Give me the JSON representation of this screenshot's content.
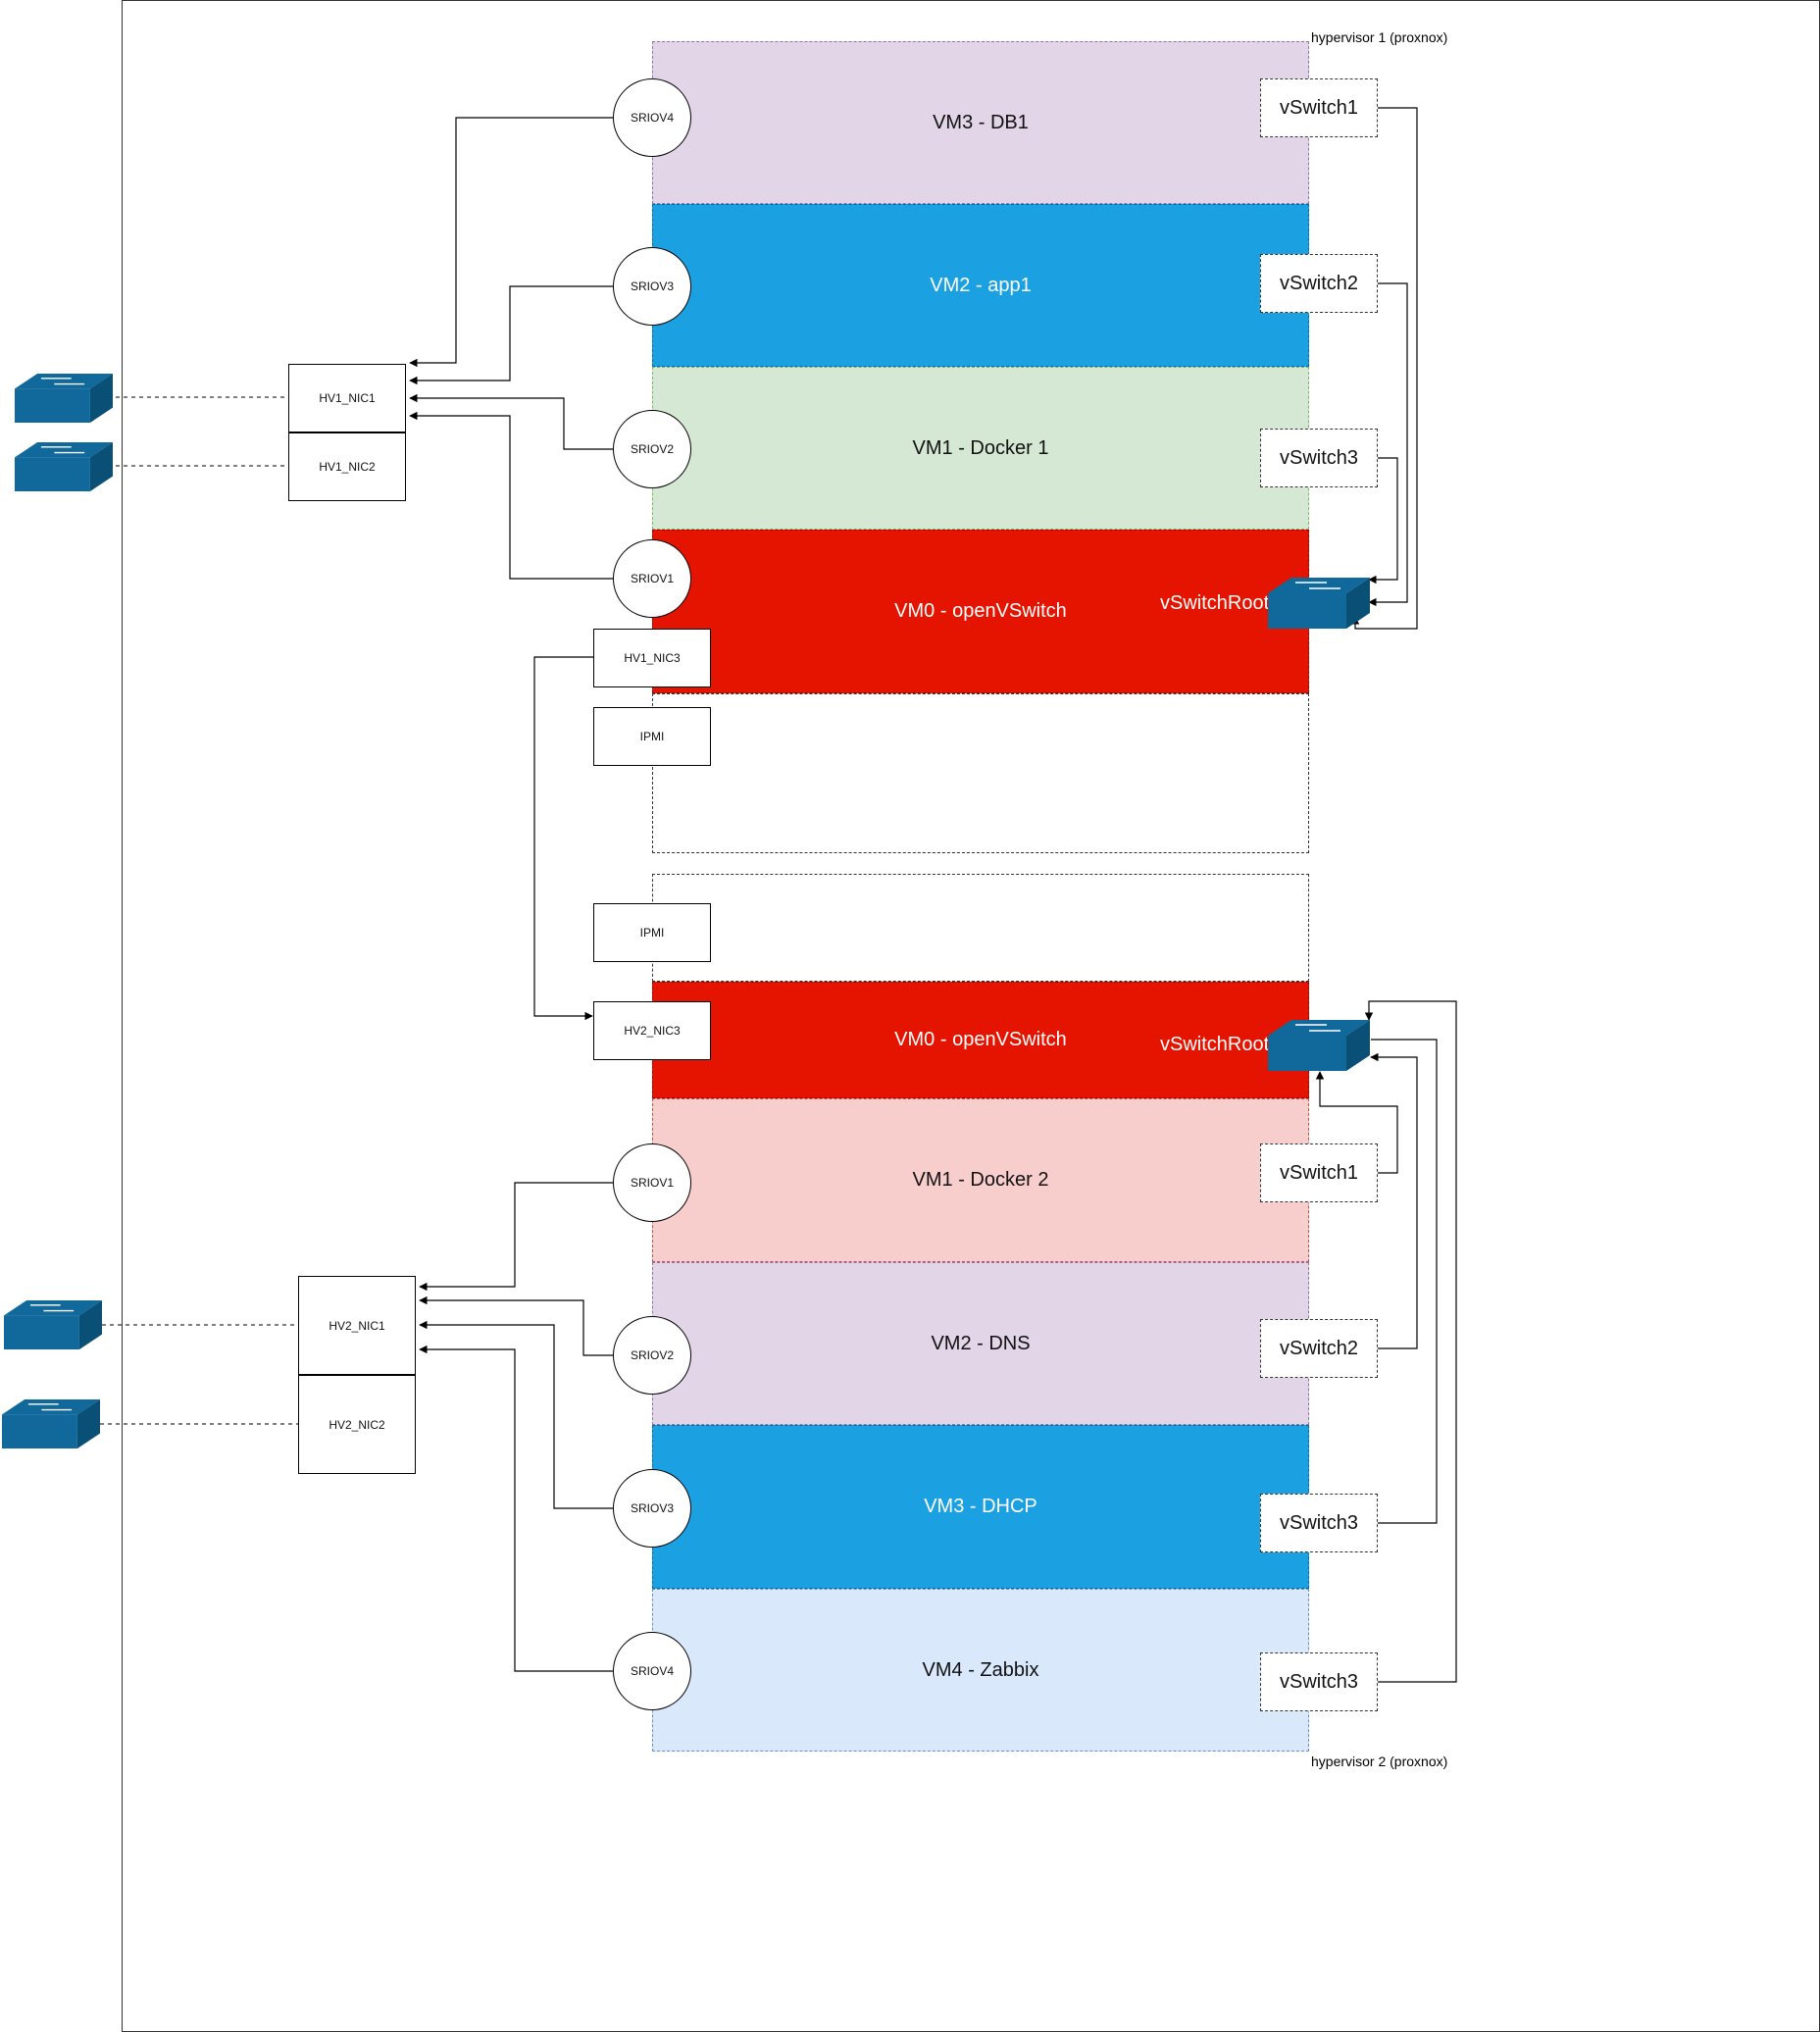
{
  "hypervisor1": {
    "label": "hypervisor 1 (proxnox)",
    "vms": [
      {
        "label": "VM3 - DB1",
        "color": "#e1d5e7"
      },
      {
        "label": "VM2 - app1",
        "color": "#1ba1e2"
      },
      {
        "label": "VM1 - Docker 1",
        "color": "#d5e8d4"
      },
      {
        "label": "VM0 - openVSwitch",
        "color": "#e51400"
      }
    ],
    "sriov": [
      "SRIOV4",
      "SRIOV3",
      "SRIOV2",
      "SRIOV1"
    ],
    "vswitches": [
      "vSwitch1",
      "vSwitch2",
      "vSwitch3"
    ],
    "vswitch_root": "vSwitchRoot",
    "nics": [
      "HV1_NIC1",
      "HV1_NIC2",
      "HV1_NIC3"
    ],
    "ipmi": "IPMI"
  },
  "hypervisor2": {
    "label": "hypervisor 2 (proxnox)",
    "vms": [
      {
        "label": "VM0 - openVSwitch",
        "color": "#e51400"
      },
      {
        "label": "VM1 - Docker 2",
        "color": "#f8cecc"
      },
      {
        "label": "VM2 - DNS",
        "color": "#e1d5e7"
      },
      {
        "label": "VM3 - DHCP",
        "color": "#1ba1e2"
      },
      {
        "label": "VM4 - Zabbix",
        "color": "#dae8fc"
      }
    ],
    "sriov": [
      "SRIOV1",
      "SRIOV2",
      "SRIOV3",
      "SRIOV4"
    ],
    "vswitches": [
      "vSwitch1",
      "vSwitch2",
      "vSwitch3",
      "vSwitch3"
    ],
    "vswitch_root": "vSwitchRoot",
    "nics": [
      "HV2_NIC1",
      "HV2_NIC2",
      "HV2_NIC3"
    ],
    "ipmi": "IPMI"
  },
  "icons": {
    "physical_switch": "network-switch-icon",
    "switch_color": "#10699a"
  }
}
